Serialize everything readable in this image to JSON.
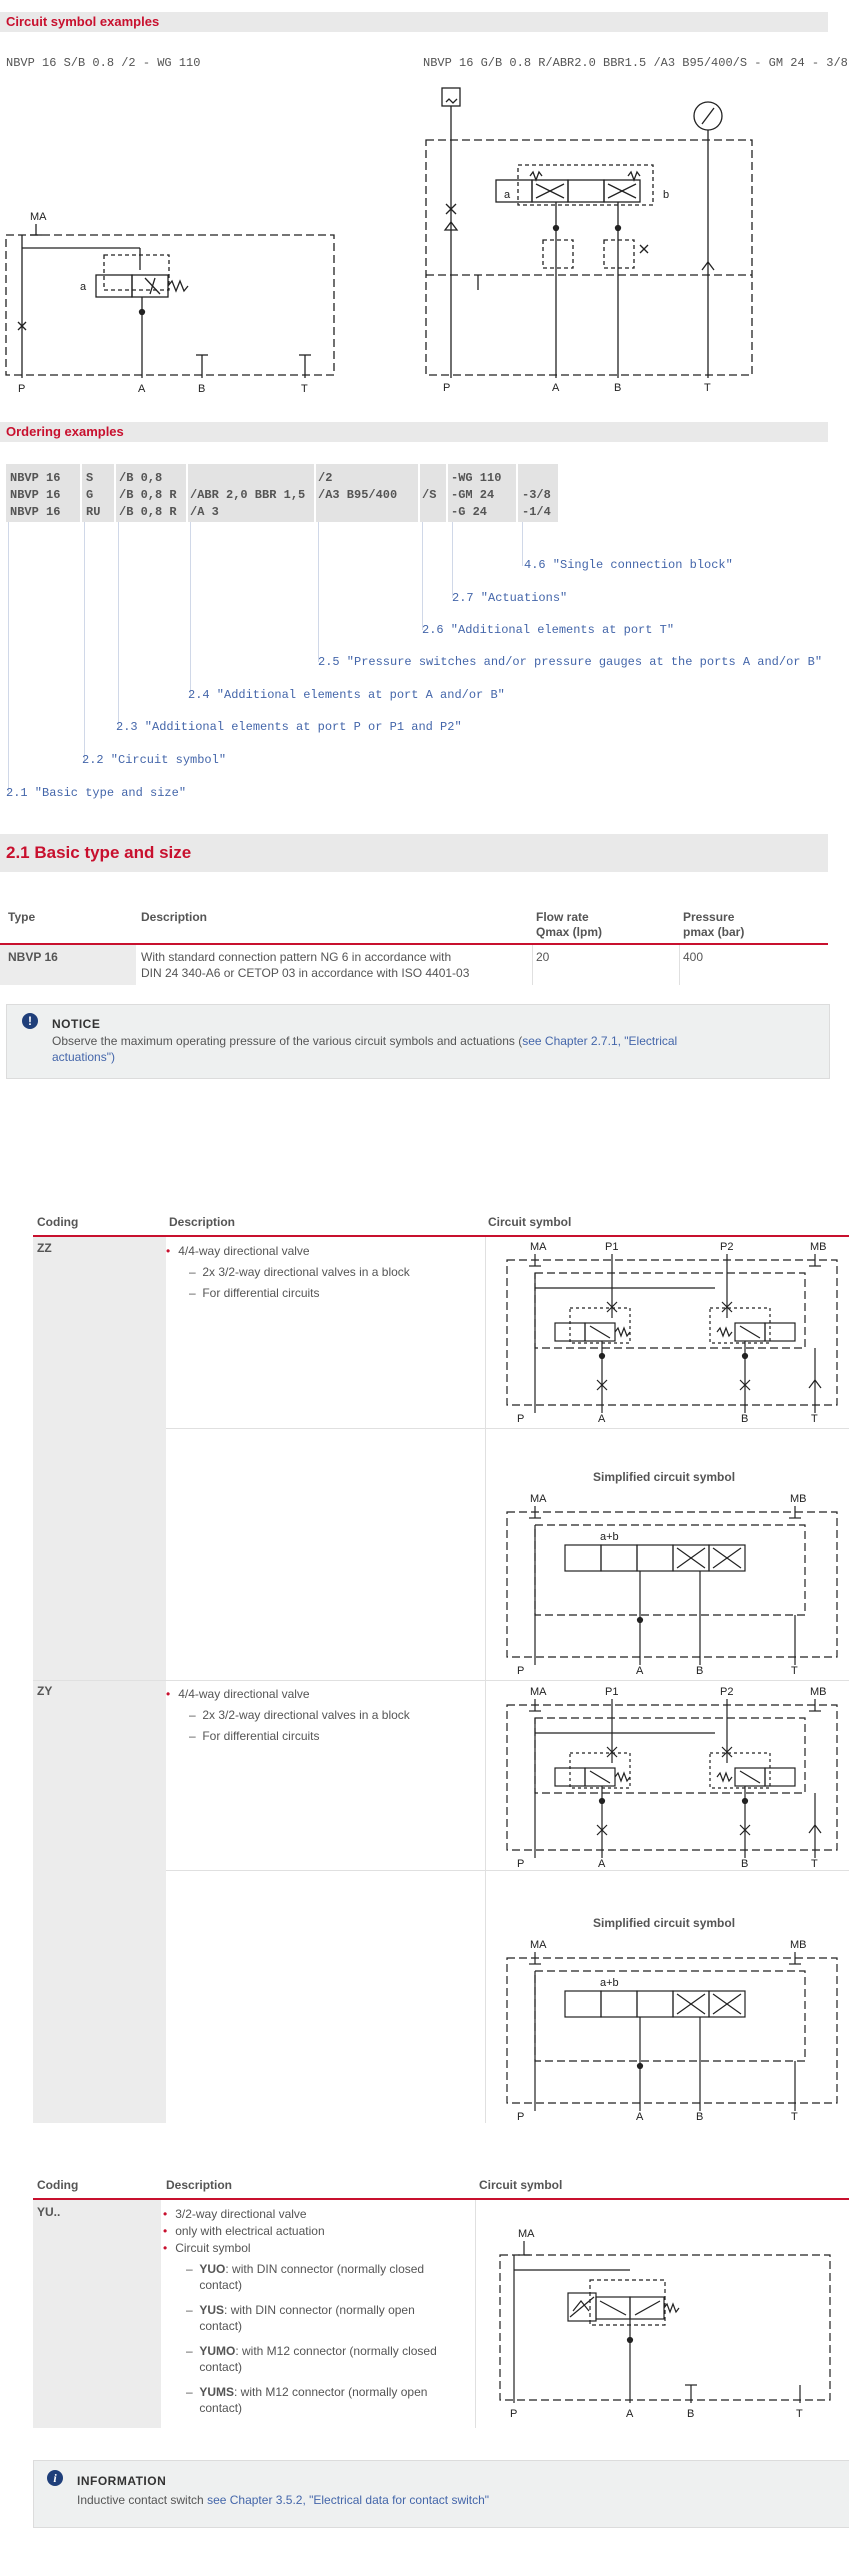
{
  "circuit_examples": {
    "heading": "Circuit symbol examples",
    "left_title": "NBVP 16 S/B 0.8 /2 - WG 110",
    "right_title": "NBVP 16 G/B 0.8 R/ABR2.0 BBR1.5 /A3 B95/400/S - GM 24 - 3/8",
    "left_ports": [
      "MA",
      "P",
      "A",
      "B",
      "T"
    ],
    "left_a": "a",
    "right_ports": [
      "P",
      "A",
      "B",
      "T"
    ],
    "right_a": "a",
    "right_b": "b"
  },
  "ordering": {
    "heading": "Ordering examples",
    "rows": [
      [
        "NBVP 16",
        "S",
        "/B 0,8",
        "",
        "/2",
        "",
        "-WG 110",
        ""
      ],
      [
        "NBVP 16",
        "G",
        "/B 0,8 R",
        "/ABR 2,0 BBR 1,5",
        "/A3 B95/400",
        "/S",
        "-GM 24",
        "-3/8"
      ],
      [
        "NBVP 16",
        "RU",
        "/B 0,8 R",
        "/A 3",
        "",
        "",
        "-G 24",
        "-1/4"
      ]
    ],
    "refs": [
      "4.6 \"Single connection block\"",
      "2.7 \"Actuations\"",
      "2.6 \"Additional elements at port T\"",
      "2.5 \"Pressure switches and/or pressure gauges at the ports A and/or B\"",
      "2.4 \"Additional elements at port A and/or B\"",
      "2.3 \"Additional elements at port P or P1 and P2\"",
      "2.2 \"Circuit symbol\"",
      "2.1 \"Basic type and size\""
    ]
  },
  "basic": {
    "heading": "2.1 Basic type and size",
    "col_type": "Type",
    "col_desc": "Description",
    "col_flow": "Flow rate",
    "col_flow_sub": "Qmax (lpm)",
    "col_press": "Pressure",
    "col_press_sub": "pmax (bar)",
    "type": "NBVP 16",
    "desc1": "With standard connection pattern NG 6 in accordance with",
    "desc2": "DIN 24 340-A6 or CETOP 03 in accordance with ISO 4401-03",
    "flow": "20",
    "pressure": "400"
  },
  "notice": {
    "icon": "!",
    "title": "NOTICE",
    "text": "Observe the maximum operating pressure of the various circuit symbols and actuations (",
    "link": "see Chapter 2.7.1, \"Electrical",
    "link2": "actuations\")"
  },
  "table2": {
    "col_coding": "Coding",
    "col_desc": "Description",
    "col_symbol": "Circuit symbol",
    "zz_code": "ZZ",
    "zz_b1": "4/4-way directional valve",
    "zz_s1": "2x 3/2-way directional valves in a block",
    "zz_s2": "For differential circuits",
    "zy_code": "ZY",
    "zy_b1": "4/4-way directional valve",
    "zy_s1": "2x 3/2-way directional valves in a block",
    "zy_s2": "For differential circuits",
    "simplified": "Simplified circuit symbol",
    "ports_full": [
      "MA",
      "P1",
      "P2",
      "MB",
      "P",
      "A",
      "B",
      "T"
    ],
    "ports_simp": [
      "MA",
      "MB",
      "P",
      "A",
      "B",
      "T"
    ],
    "ab_label": "a+b"
  },
  "table3": {
    "col_coding": "Coding",
    "col_desc": "Description",
    "col_symbol": "Circuit symbol",
    "code": "YU..",
    "b1": "3/2-way directional valve",
    "b2": "only with electrical actuation",
    "b3": "Circuit symbol",
    "yuo_k": "YUO",
    "yuo_t1": ": with DIN connector (normally closed",
    "yuo_t2": "contact)",
    "yus_k": "YUS",
    "yus_t1": ": with DIN connector (normally open",
    "yus_t2": "contact)",
    "yumo_k": "YUMO",
    "yumo_t1": ": with M12 connector (normally closed",
    "yumo_t2": "contact)",
    "yums_k": "YUMS",
    "yums_t1": ": with M12 connector (normally open",
    "yums_t2": "contact)",
    "ports": [
      "MA",
      "P",
      "A",
      "B",
      "T"
    ]
  },
  "info": {
    "icon": "i",
    "title": "INFORMATION",
    "text": "Inductive contact switch ",
    "link": "see Chapter 3.5.2, \"Electrical data for contact switch\""
  }
}
